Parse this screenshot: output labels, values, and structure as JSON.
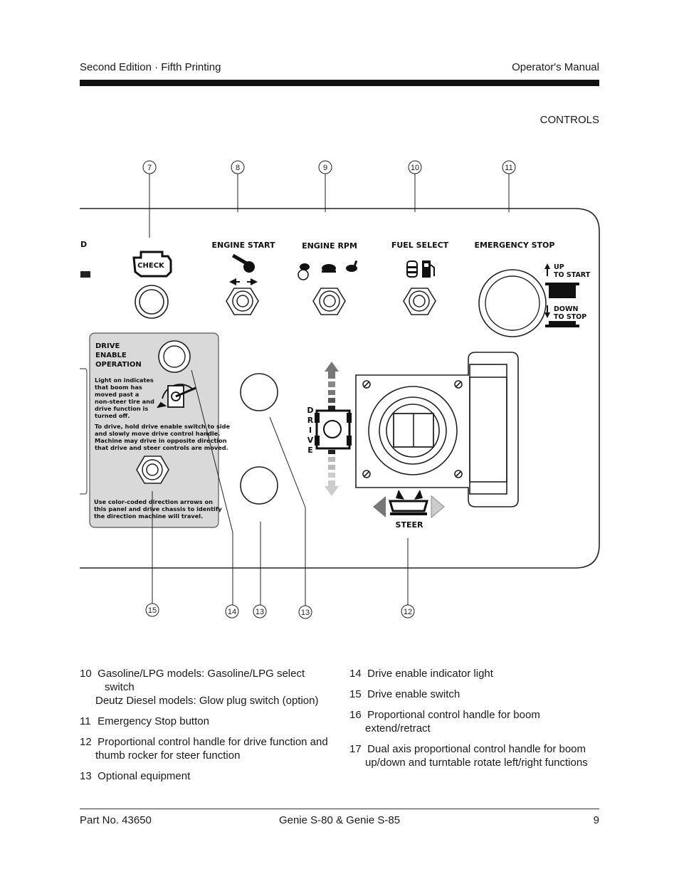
{
  "header": {
    "left": "Second Edition · Fifth Printing",
    "right": "Operator's Manual"
  },
  "section": "CONTROLS",
  "diagram": {
    "callouts_top": [
      "7",
      "8",
      "9",
      "10",
      "11"
    ],
    "callouts_bottom": [
      "15",
      "14",
      "13",
      "13",
      "12"
    ],
    "panel_labels": {
      "partial_left": "D",
      "check": "CHECK",
      "engine_start": "ENGINE  START",
      "engine_rpm": "ENGINE  RPM",
      "fuel_select": "FUEL  SELECT",
      "emergency_stop": "EMERGENCY  STOP",
      "up_to_start_1": "UP",
      "up_to_start_2": "TO START",
      "down_to_stop_1": "DOWN",
      "down_to_stop_2": "TO STOP",
      "drive": [
        "D",
        "R",
        "I",
        "V",
        "E"
      ],
      "steer": "STEER"
    },
    "decal": {
      "title": [
        "DRIVE",
        "ENABLE",
        "OPERATION"
      ],
      "para1": [
        "Light on indicates",
        "that boom has",
        "moved past a",
        "non-steer tire and",
        "drive function is",
        "turned off."
      ],
      "para2": [
        "To drive, hold drive enable switch to side",
        "and slowly move drive control handle.",
        "Machine may drive in opposite direction",
        "that drive and steer controls are moved."
      ],
      "para3": [
        "Use color-coded direction arrows on",
        "this panel and drive chassis to identify",
        "the direction machine will travel."
      ]
    }
  },
  "legend_left": [
    {
      "num": "10",
      "lines": [
        "Gasoline/LPG models: Gasoline/LPG select",
        "switch"
      ],
      "sub": "Deutz Diesel models: Glow plug switch (option)"
    },
    {
      "num": "11",
      "lines": [
        "Emergency Stop button"
      ]
    },
    {
      "num": "12",
      "lines": [
        "Proportional control handle for drive function and",
        "thumb rocker for steer function"
      ]
    },
    {
      "num": "13",
      "lines": [
        "Optional equipment"
      ]
    }
  ],
  "legend_right": [
    {
      "num": "14",
      "lines": [
        "Drive enable indicator light"
      ]
    },
    {
      "num": "15",
      "lines": [
        "Drive enable switch"
      ]
    },
    {
      "num": "16",
      "lines": [
        "Proportional control handle for boom",
        "extend/retract"
      ]
    },
    {
      "num": "17",
      "lines": [
        "Dual axis proportional control handle for boom",
        "up/down and turntable rotate left/right functions"
      ]
    }
  ],
  "footer": {
    "left": "Part No. 43650",
    "center": "Genie S-80 & Genie S-85",
    "right": "9"
  }
}
